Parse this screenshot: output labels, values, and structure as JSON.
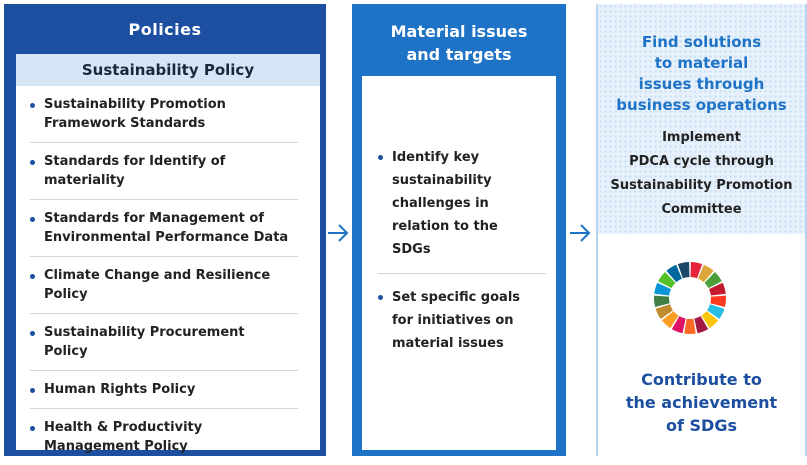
{
  "policies": {
    "header": "Policies",
    "subheader": "Sustainability Policy",
    "items": [
      {
        "l1": "Sustainability Promotion",
        "l2": "Framework Standards"
      },
      {
        "l1": "Standards for Identify of",
        "l2": "materiality"
      },
      {
        "l1": "Standards for Management of",
        "l2": "Environmental Performance Data"
      },
      {
        "l1": "Climate Change and Resilience",
        "l2": "Policy"
      },
      {
        "l1": "Sustainability Procurement",
        "l2": "Policy"
      },
      {
        "l1": "Human Rights Policy",
        "l2": ""
      },
      {
        "l1": "Health & Productivity",
        "l2": "Management Policy"
      }
    ]
  },
  "material": {
    "header_l1": "Material issues",
    "header_l2": "and targets",
    "items": [
      {
        "lines": [
          "Identify key",
          "sustainability",
          "challenges in",
          "relation to the",
          "SDGs"
        ]
      },
      {
        "lines": [
          "Set specific goals",
          "for initiatives on",
          "material issues"
        ]
      }
    ]
  },
  "solutions": {
    "title_lines": [
      "Find solutions",
      "to material",
      "issues through",
      "business operations"
    ],
    "implement_lines": [
      "Implement",
      "PDCA cycle through",
      "Sustainability Promotion",
      "Committee"
    ],
    "contribute_lines": [
      "Contribute to",
      "the achievement",
      "of SDGs"
    ]
  },
  "colors": {
    "dark_blue": "#1c4fa0",
    "mid_blue": "#1f73c7",
    "sdg_wheel": [
      "#e5243b",
      "#dda63a",
      "#4c9f38",
      "#c5192d",
      "#ff3a21",
      "#26bde2",
      "#fcc30b",
      "#a21942",
      "#fd6925",
      "#dd1367",
      "#fd9d24",
      "#bf8b2e",
      "#3f7e44",
      "#0a97d9",
      "#56c02b",
      "#00689d",
      "#19486a"
    ]
  },
  "icons": {
    "arrow": "right-arrow-icon",
    "sdg": "sdg-wheel-icon"
  }
}
